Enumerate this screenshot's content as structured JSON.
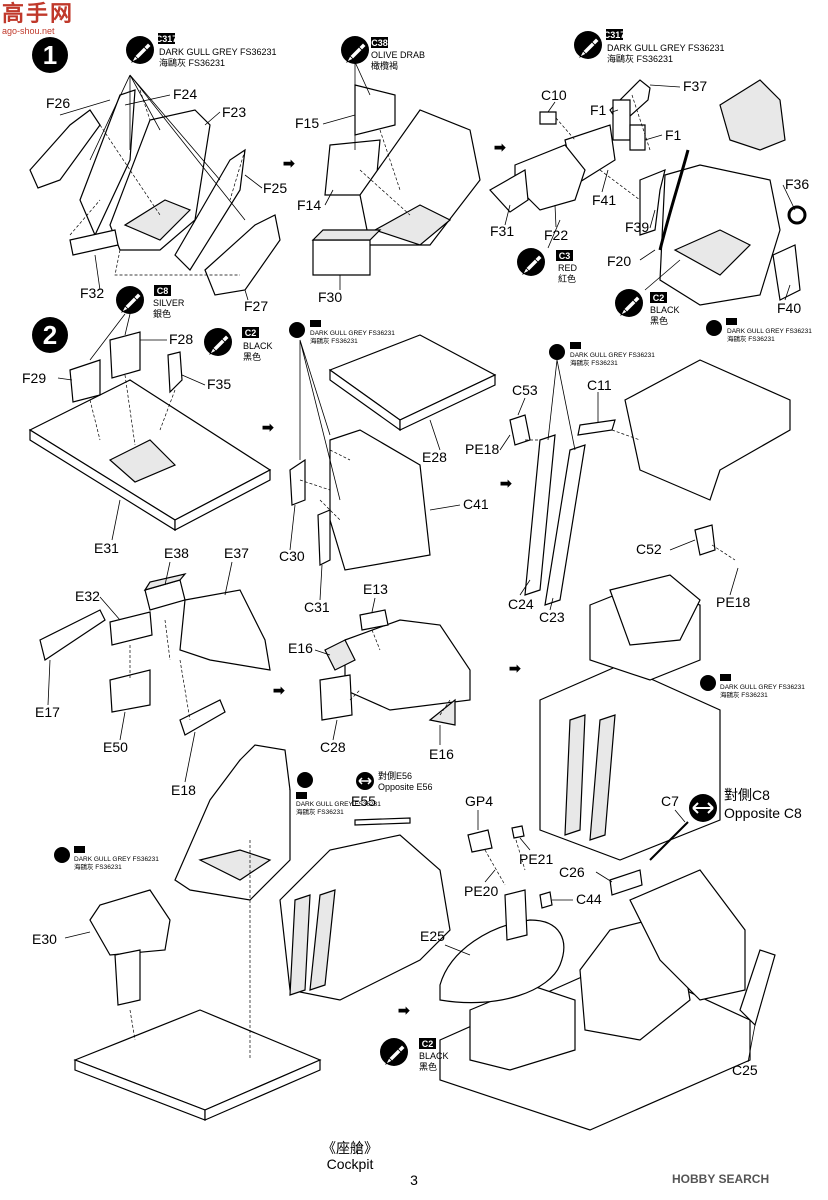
{
  "watermark_left": {
    "chinese": "高手网",
    "url": "ago-shou.net"
  },
  "watermark_right": "HOBBY SEARCH",
  "steps": [
    {
      "number": "1"
    },
    {
      "number": "2"
    }
  ],
  "paints": {
    "c317_code": "C317",
    "c317_en": "DARK GULL GREY FS36231",
    "c317_cn": "海鷗灰 FS36231",
    "c38_code": "C38",
    "c38_en": "OLIVE DRAB",
    "c38_cn": "橄欖褐",
    "c8_code": "C8",
    "c8_silver_en": "SILVER",
    "c8_silver_cn": "銀色",
    "c3_code": "C3",
    "c3_en": "RED",
    "c3_cn": "紅色",
    "c2_code": "C2",
    "c2_en": "BLACK",
    "c2_cn": "黑色"
  },
  "opposite_notes": {
    "e56_cn": "對側E56",
    "e56_en": "Opposite E56",
    "c8_cn": "對側C8",
    "c8_en": "Opposite C8"
  },
  "part_labels": {
    "f26": "F26",
    "f24": "F24",
    "f23": "F23",
    "f25": "F25",
    "f32": "F32",
    "f27": "F27",
    "f15": "F15",
    "f14": "F14",
    "f30": "F30",
    "c10": "C10",
    "f1a": "F1",
    "f1b": "F1",
    "f37": "F37",
    "f41": "F41",
    "f31": "F31",
    "f22": "F22",
    "f36": "F36",
    "f39": "F39",
    "f20": "F20",
    "f40": "F40",
    "f28": "F28",
    "f29": "F29",
    "f35": "F35",
    "e31": "E31",
    "e28": "E28",
    "c41": "C41",
    "c30": "C30",
    "c31": "C31",
    "c53": "C53",
    "c11": "C11",
    "pe18a": "PE18",
    "c52": "C52",
    "pe18b": "PE18",
    "c24": "C24",
    "c23": "C23",
    "e38": "E38",
    "e37": "E37",
    "e32": "E32",
    "e17": "E17",
    "e50": "E50",
    "e18": "E18",
    "e13": "E13",
    "e16a": "E16",
    "c28": "C28",
    "e16b": "E16",
    "e55": "E55",
    "e30": "E30",
    "gp4": "GP4",
    "pe21": "PE21",
    "pe20": "PE20",
    "c44": "C44",
    "c26": "C26",
    "c7": "C7",
    "e25": "E25",
    "c25": "C25"
  },
  "footer": {
    "title_cn": "《座艙》",
    "title_en": "Cockpit",
    "page": "3"
  }
}
